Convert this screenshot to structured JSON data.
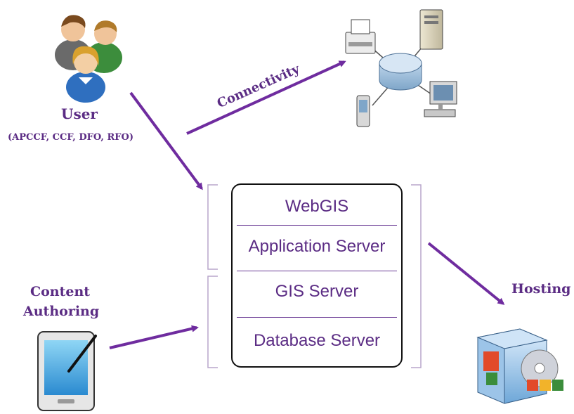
{
  "user": {
    "title": "User",
    "subtitle": "(APCCF, CCF, DFO, RFO)",
    "icon": "user-group-icon"
  },
  "connectivity": {
    "label": "Connectivity",
    "icon": "network-devices-icon"
  },
  "server_stack": {
    "layers": [
      "WebGIS",
      "Application Server",
      "GIS Server",
      "Database Server"
    ]
  },
  "content_authoring": {
    "line1": "Content",
    "line2": "Authoring",
    "icon": "tablet-stylus-icon"
  },
  "hosting": {
    "label": "Hosting",
    "icon": "software-package-icon"
  },
  "colors": {
    "arrow": "#6f2c9f",
    "label_text": "#5b2c84",
    "bracket": "#b8a6cc",
    "stack_border": "#111111"
  }
}
